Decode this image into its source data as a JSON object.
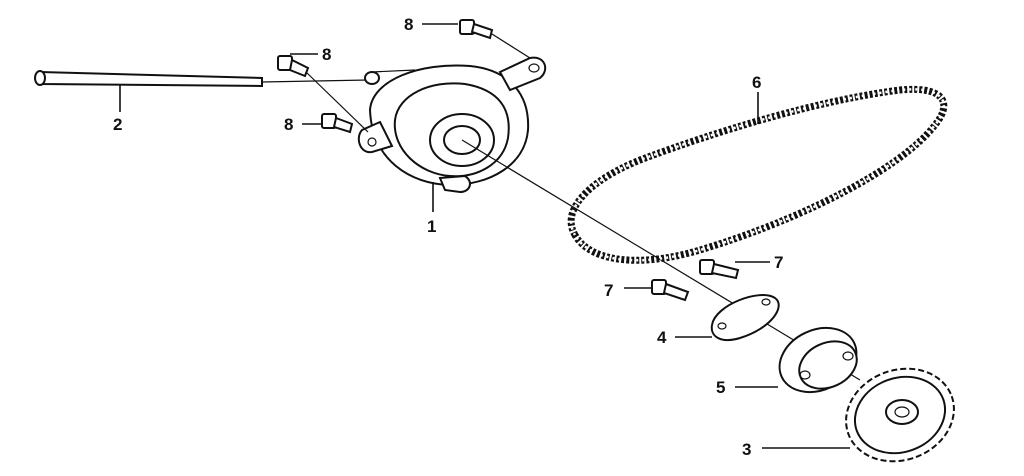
{
  "labels": [
    {
      "id": "p1",
      "text": "1"
    },
    {
      "id": "p2",
      "text": "2"
    },
    {
      "id": "p3",
      "text": "3"
    },
    {
      "id": "p4",
      "text": "4"
    },
    {
      "id": "p5",
      "text": "5"
    },
    {
      "id": "p6",
      "text": "6"
    },
    {
      "id": "p7a",
      "text": "7"
    },
    {
      "id": "p7b",
      "text": "7"
    },
    {
      "id": "p8a",
      "text": "8"
    },
    {
      "id": "p8b",
      "text": "8"
    },
    {
      "id": "p8c",
      "text": "8"
    }
  ],
  "colors": {
    "ink": "#111111",
    "background": "#ffffff"
  }
}
